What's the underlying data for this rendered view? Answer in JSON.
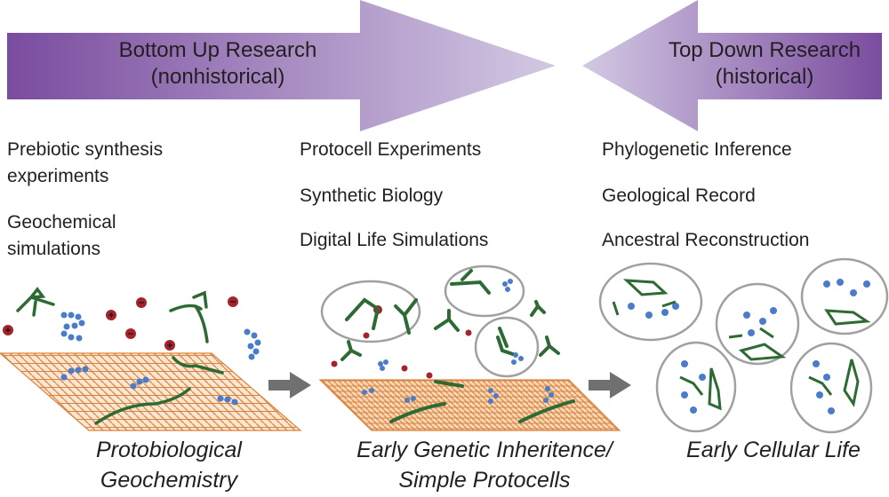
{
  "arrows": {
    "bottom_up": {
      "title": "Bottom Up Research",
      "subtitle": "(nonhistorical)",
      "direction": "right"
    },
    "top_down": {
      "title": "Top Down Research",
      "subtitle": "(historical)",
      "direction": "left"
    }
  },
  "colors": {
    "arrow_dark": "#7a4c9f",
    "arrow_light": "#cfc3e0",
    "mineral_grid": "#d9833d",
    "polymer_green": "#2e6b34",
    "monomer_blue": "#4a7cc9",
    "ion_red": "#a6232b",
    "membrane_gray": "#a0a0a0",
    "step_arrow": "#707070"
  },
  "columns": [
    {
      "methods": [
        "Prebiotic synthesis",
        "experiments",
        "Geochemical",
        "simulations"
      ],
      "stage_title": [
        "Protobiological",
        "Geochemistry"
      ]
    },
    {
      "methods": [
        "Protocell Experiments",
        "Synthetic Biology",
        "Digital Life Simulations"
      ],
      "stage_title": [
        "Early Genetic Inheritence/",
        "Simple Protocells"
      ]
    },
    {
      "methods": [
        "Phylogenetic Inference",
        "Geological Record",
        "Ancestral Reconstruction"
      ],
      "stage_title": [
        "Early Cellular Life"
      ]
    }
  ],
  "ion_signs": {
    "positive": "+",
    "negative": "−"
  }
}
